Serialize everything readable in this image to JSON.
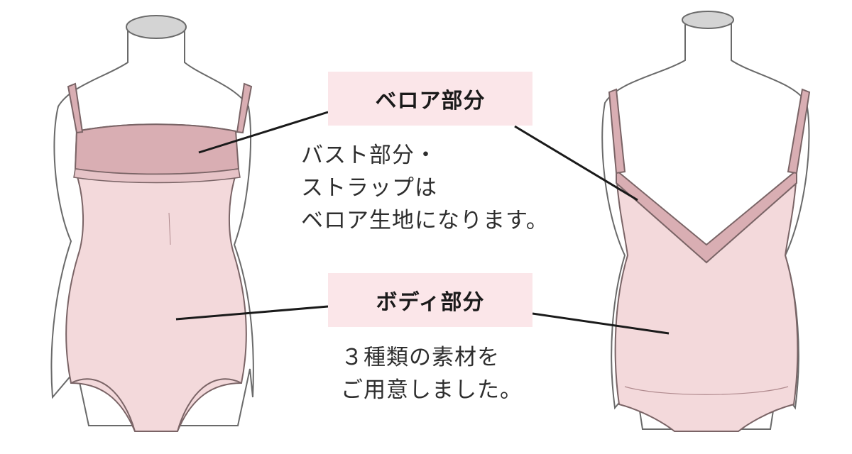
{
  "labels": {
    "velour": "ベロア部分",
    "body": "ボディ部分"
  },
  "notes": {
    "velour_lines": [
      "バスト部分・",
      "ストラップは",
      "ベロア生地になります。"
    ],
    "body_lines": [
      "３種類の素材を",
      "ご用意しました。"
    ]
  },
  "colors": {
    "body_fabric": "#f3d9db",
    "velour_fabric": "#d9aeb3",
    "label_background": "#fbe6e9",
    "mannequin_neck": "#d4d4d4",
    "outline": "#7a6466"
  }
}
